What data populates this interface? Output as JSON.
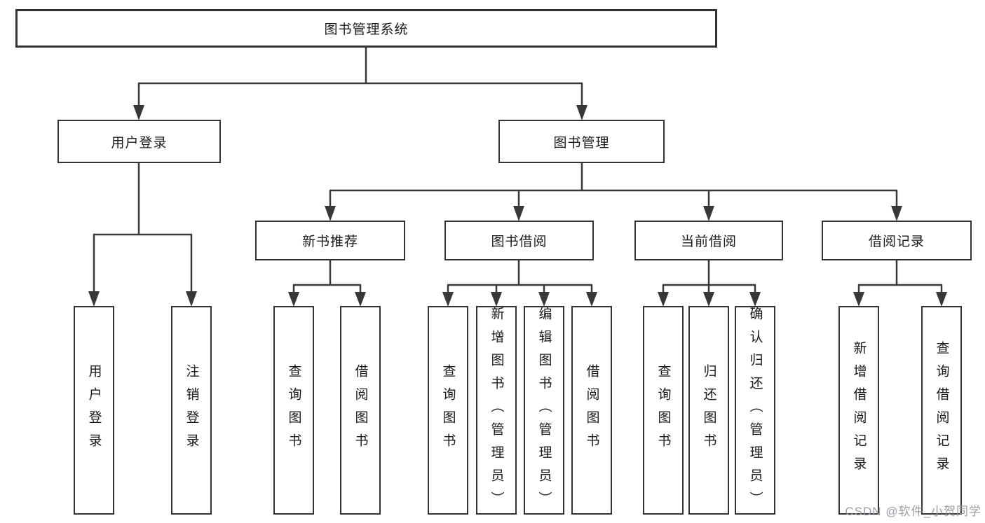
{
  "diagram": {
    "root": {
      "label": "图书管理系统"
    },
    "level2": {
      "user_login": "用户登录",
      "book_management": "图书管理"
    },
    "level3": {
      "new_books": "新书推荐",
      "book_borrow": "图书借阅",
      "current_borrow": "当前借阅",
      "borrow_records": "借阅记录"
    },
    "leaves": {
      "user_login": [
        "用户登录",
        "注销登录"
      ],
      "new_books": [
        "查询图书",
        "借阅图书"
      ],
      "book_borrow": [
        "查询图书",
        "新增图书（管理员）",
        "编辑图书（管理员）",
        "借阅图书"
      ],
      "current_borrow": [
        "查询图书",
        "归还图书",
        "确认归还（管理员）"
      ],
      "borrow_records": [
        "新增借阅记录",
        "查询借阅记录"
      ]
    },
    "watermark": "CSDN @软件_小贺同学",
    "colors": {
      "line": "#383838",
      "border": "#333333",
      "text": "#1a1a1a",
      "watermark": "#9aa0a6",
      "background": "#ffffff"
    }
  }
}
